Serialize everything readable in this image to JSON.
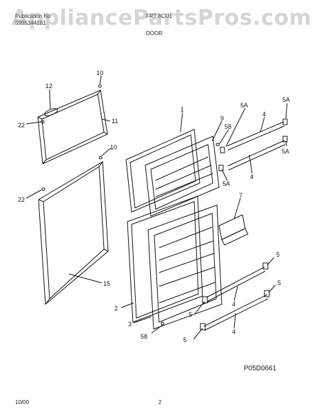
{
  "header": {
    "left_line1": "Publication No",
    "left_line2": "5995344181",
    "mid_line1": "FRT 8CU1",
    "section": "DOOR"
  },
  "watermark": "AppliancePartsPros.com",
  "diagram_code": "P05D0661",
  "footer": {
    "date": "10/00",
    "page": "2"
  },
  "callouts": {
    "c1": "1",
    "c2": "2",
    "c3": "3",
    "c4a": "4",
    "c4b": "4",
    "c4c": "4",
    "c4d": "4",
    "c5a": "5",
    "c5b": "5",
    "c5c": "5",
    "c5d": "5",
    "c5A1": "5A",
    "c5A2": "5A",
    "c5A3": "5A",
    "c5A4": "5A",
    "c7": "7",
    "c9": "9",
    "c10a": "10",
    "c10b": "10",
    "c11": "11",
    "c12": "12",
    "c15": "15",
    "c22a": "22",
    "c22b": "22",
    "c58a": "58",
    "c58b": "58"
  }
}
